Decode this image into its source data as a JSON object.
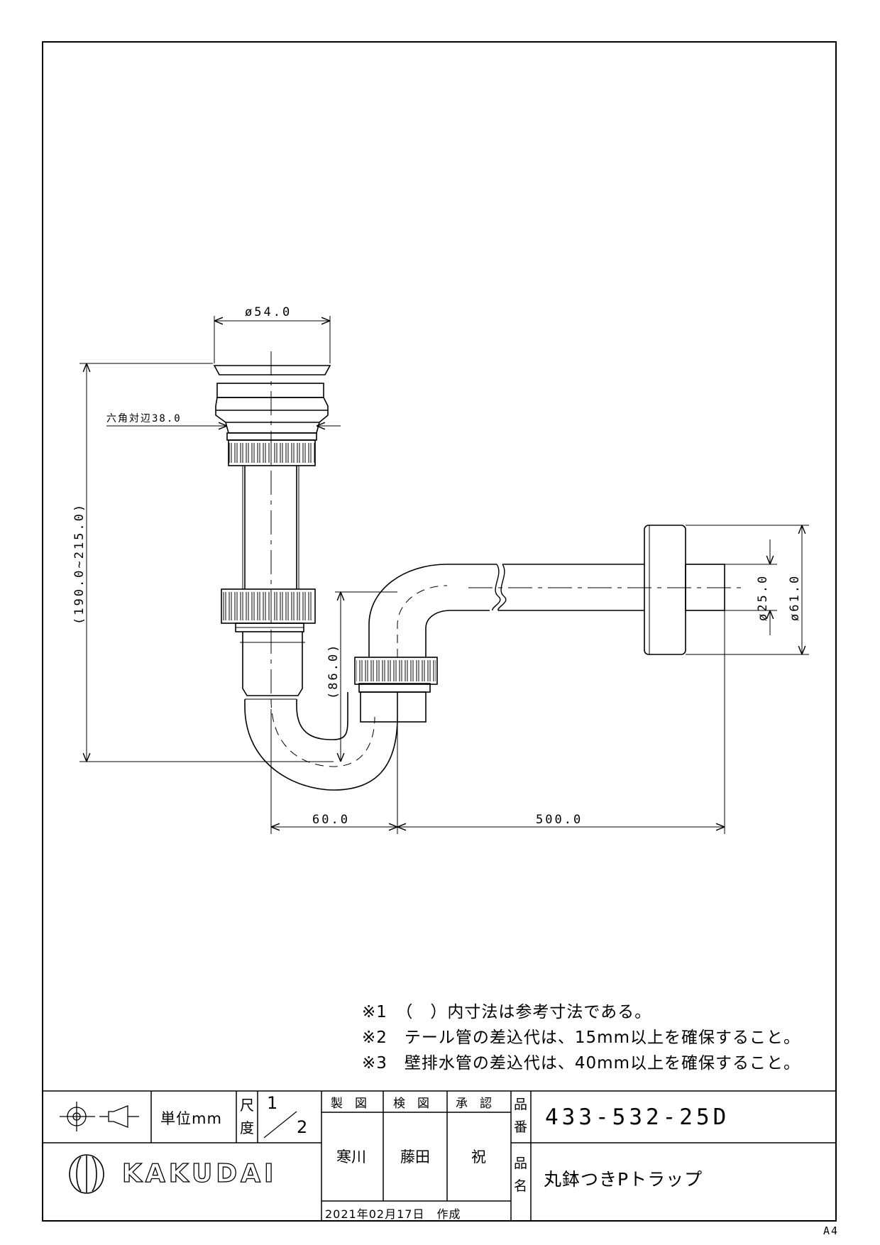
{
  "dimensions": {
    "top_diameter": "ø54.0",
    "hex_width": "六角対辺38.0",
    "overall_height": "(190.0~215.0)",
    "trap_height": "(86.0)",
    "offset_width": "60.0",
    "wall_length": "500.0",
    "pipe_diameter": "ø25.0",
    "flange_diameter": "ø61.0"
  },
  "notes": [
    "※1　（　）内寸法は参考寸法である。",
    "※2　テール管の差込代は、15mm以上を確保すること。",
    "※3　壁排水管の差込代は、40mm以上を確保すること。"
  ],
  "title_block": {
    "unit": "単位mm",
    "scale_label_1": "尺",
    "scale_label_2": "度",
    "scale_num": "1",
    "scale_den": "2",
    "drawn_label": "製　図",
    "checked_label": "検　図",
    "approved_label": "承　認",
    "drawn_by": "寒川",
    "checked_by": "藤田",
    "approved_by": "祝",
    "date": "2021年02月17日　作成",
    "part_no_label_1": "品",
    "part_no_label_2": "番",
    "part_no": "433-532-25D",
    "part_name_label_1": "品",
    "part_name_label_2": "名",
    "part_name": "丸鉢つきPトラップ",
    "brand": "KAKUDAI"
  },
  "sheet_size": "A4"
}
